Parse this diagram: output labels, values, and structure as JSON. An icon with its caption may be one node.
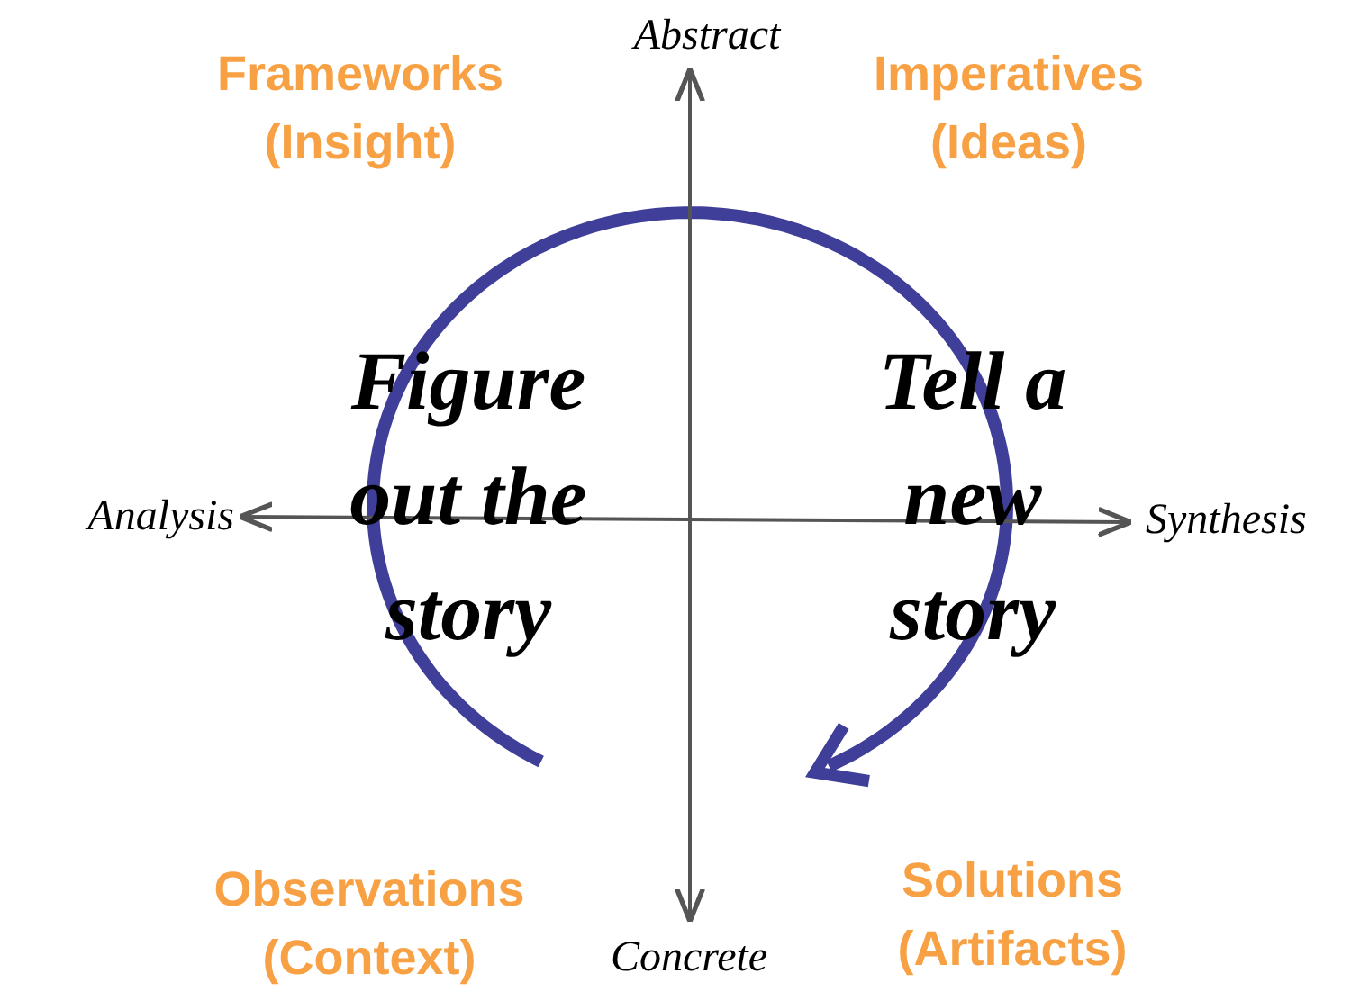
{
  "diagram": {
    "labels": [
      "Frameworks (Insight)",
      "Abstract",
      "Imperatives (Ideas)",
      "Figure out the story",
      "Tell a new story",
      "Analysis",
      "Synthesis",
      "Observations (Context)",
      "Solutions (Artifacts)",
      "Concrete"
    ]
  }
}
